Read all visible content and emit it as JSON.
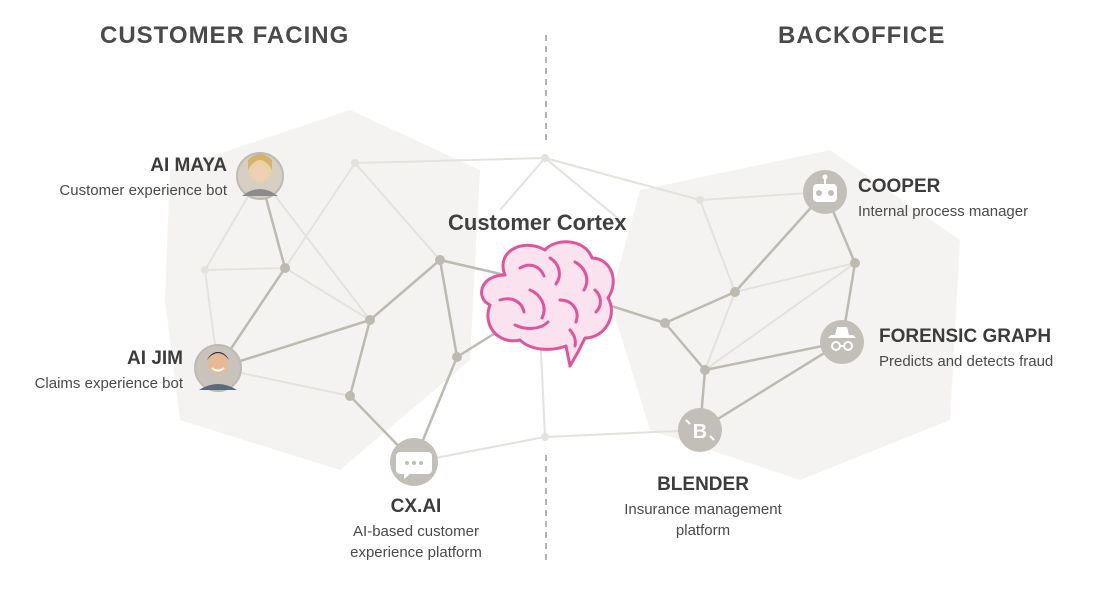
{
  "sections": {
    "left_title": "CUSTOMER FACING",
    "right_title": "BACKOFFICE"
  },
  "center": {
    "title": "Customer Cortex",
    "icon": "brain-icon",
    "color": "#e0559a"
  },
  "nodes": {
    "ai_maya": {
      "title": "AI MAYA",
      "desc": "Customer experience bot",
      "icon": "avatar-woman"
    },
    "ai_jim": {
      "title": "AI JIM",
      "desc": "Claims experience bot",
      "icon": "avatar-man"
    },
    "cx_ai": {
      "title": "CX.AI",
      "desc_line1": "AI-based customer",
      "desc_line2": "experience platform",
      "icon": "chat-bubble-icon"
    },
    "cooper": {
      "title": "COOPER",
      "desc": "Internal process manager",
      "icon": "robot-icon"
    },
    "forensic_graph": {
      "title": "FORENSIC GRAPH",
      "desc": "Predicts and detects fraud",
      "icon": "detective-icon"
    },
    "blender": {
      "title": "BLENDER",
      "desc_line1": "Insurance management",
      "desc_line2": "platform",
      "icon": "blender-b-icon"
    }
  },
  "colors": {
    "network_line": "#bdbab2",
    "network_line_faint": "#e4e2de",
    "node_fill": "#c2bfb8",
    "background_shape": "#f4f3f1"
  }
}
